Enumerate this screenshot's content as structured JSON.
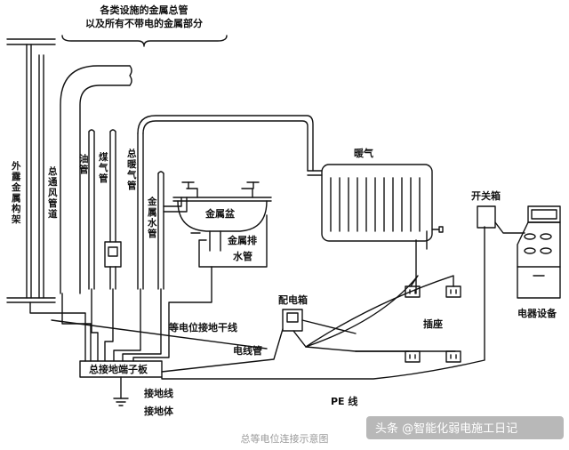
{
  "diagram": {
    "labels": {
      "top_title_1": "各类设施的金属总管",
      "top_title_2": "以及所有不带电的金属部分",
      "external_metal_frame": [
        "外",
        "露",
        "金",
        "属",
        "构",
        "架"
      ],
      "main_ventilation_duct": [
        "总",
        "通",
        "风",
        "管",
        "道"
      ],
      "oil_pipe": [
        "油",
        "管"
      ],
      "gas_pipe": [
        "煤",
        "气",
        "管"
      ],
      "main_heating_pipe": [
        "总",
        "暖",
        "气",
        "管"
      ],
      "metal_water_pipe": [
        "金",
        "属",
        "水",
        "管"
      ],
      "metal_basin": "金属盆",
      "metal_drain_1": "金属排",
      "metal_drain_2": "水管",
      "heating": "暖气",
      "switch_box": "开关箱",
      "distribution_box": "配电箱",
      "socket": "插座",
      "electrical_equipment": "电器设备",
      "equipotential_trunk": "等电位接地干线",
      "conduit": "电线管",
      "main_grounding_terminal": "总接地端子板",
      "grounding_wire": "接地线",
      "grounding_body": "接地体",
      "pe_wire": "PE 线"
    },
    "caption": "总等电位连接示意图",
    "watermark": "头条 @智能化弱电施工日记"
  }
}
